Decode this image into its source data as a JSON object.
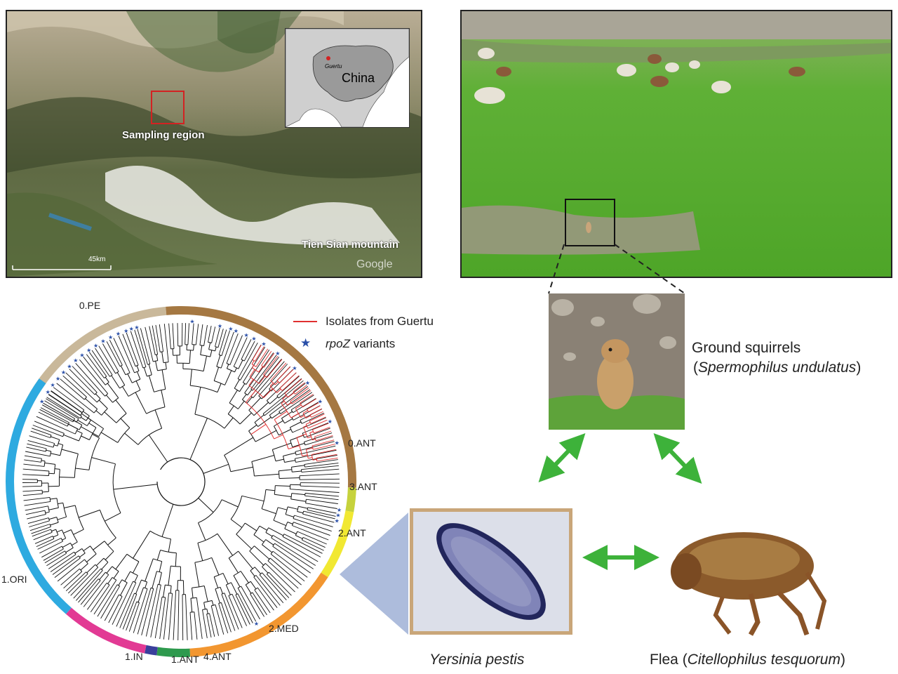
{
  "map": {
    "sampling_label": "Sampling region",
    "mountain_label": "Tien Sian mountain",
    "scale_label": "45km",
    "watermark": "Google",
    "inset": {
      "city_label": "Guertu",
      "country_label": "China"
    }
  },
  "tree": {
    "legend": [
      {
        "label": "Isolates from Guertu",
        "color": "#e03030",
        "symbol": "line"
      },
      {
        "label": "rpoZ",
        "label_suffix": " variants",
        "color": "#2a4fa8",
        "symbol": "star"
      }
    ],
    "clades": [
      {
        "label": "0.PE",
        "color": "#c9b89a"
      },
      {
        "label": "0.ANT",
        "color": "#a57842"
      },
      {
        "label": "3.ANT",
        "color": "#c6d23c"
      },
      {
        "label": "2.ANT",
        "color": "#f1e832"
      },
      {
        "label": "2.MED",
        "color": "#f29630"
      },
      {
        "label": "4.ANT",
        "color": "#2e9a4e"
      },
      {
        "label": "1.ANT",
        "color": "#3a3f9c"
      },
      {
        "label": "1.IN",
        "color": "#e23a94"
      },
      {
        "label": "1.ORI",
        "color": "#2eaae0"
      }
    ]
  },
  "ecology": {
    "squirrel_label": "Ground squirrels",
    "squirrel_species": "Spermophilus undulatus",
    "bacterium_label": "Yersinia pestis",
    "flea_label": "Flea",
    "flea_species": "Citellophilus tesquorum",
    "arrow_color": "#3db23a"
  }
}
